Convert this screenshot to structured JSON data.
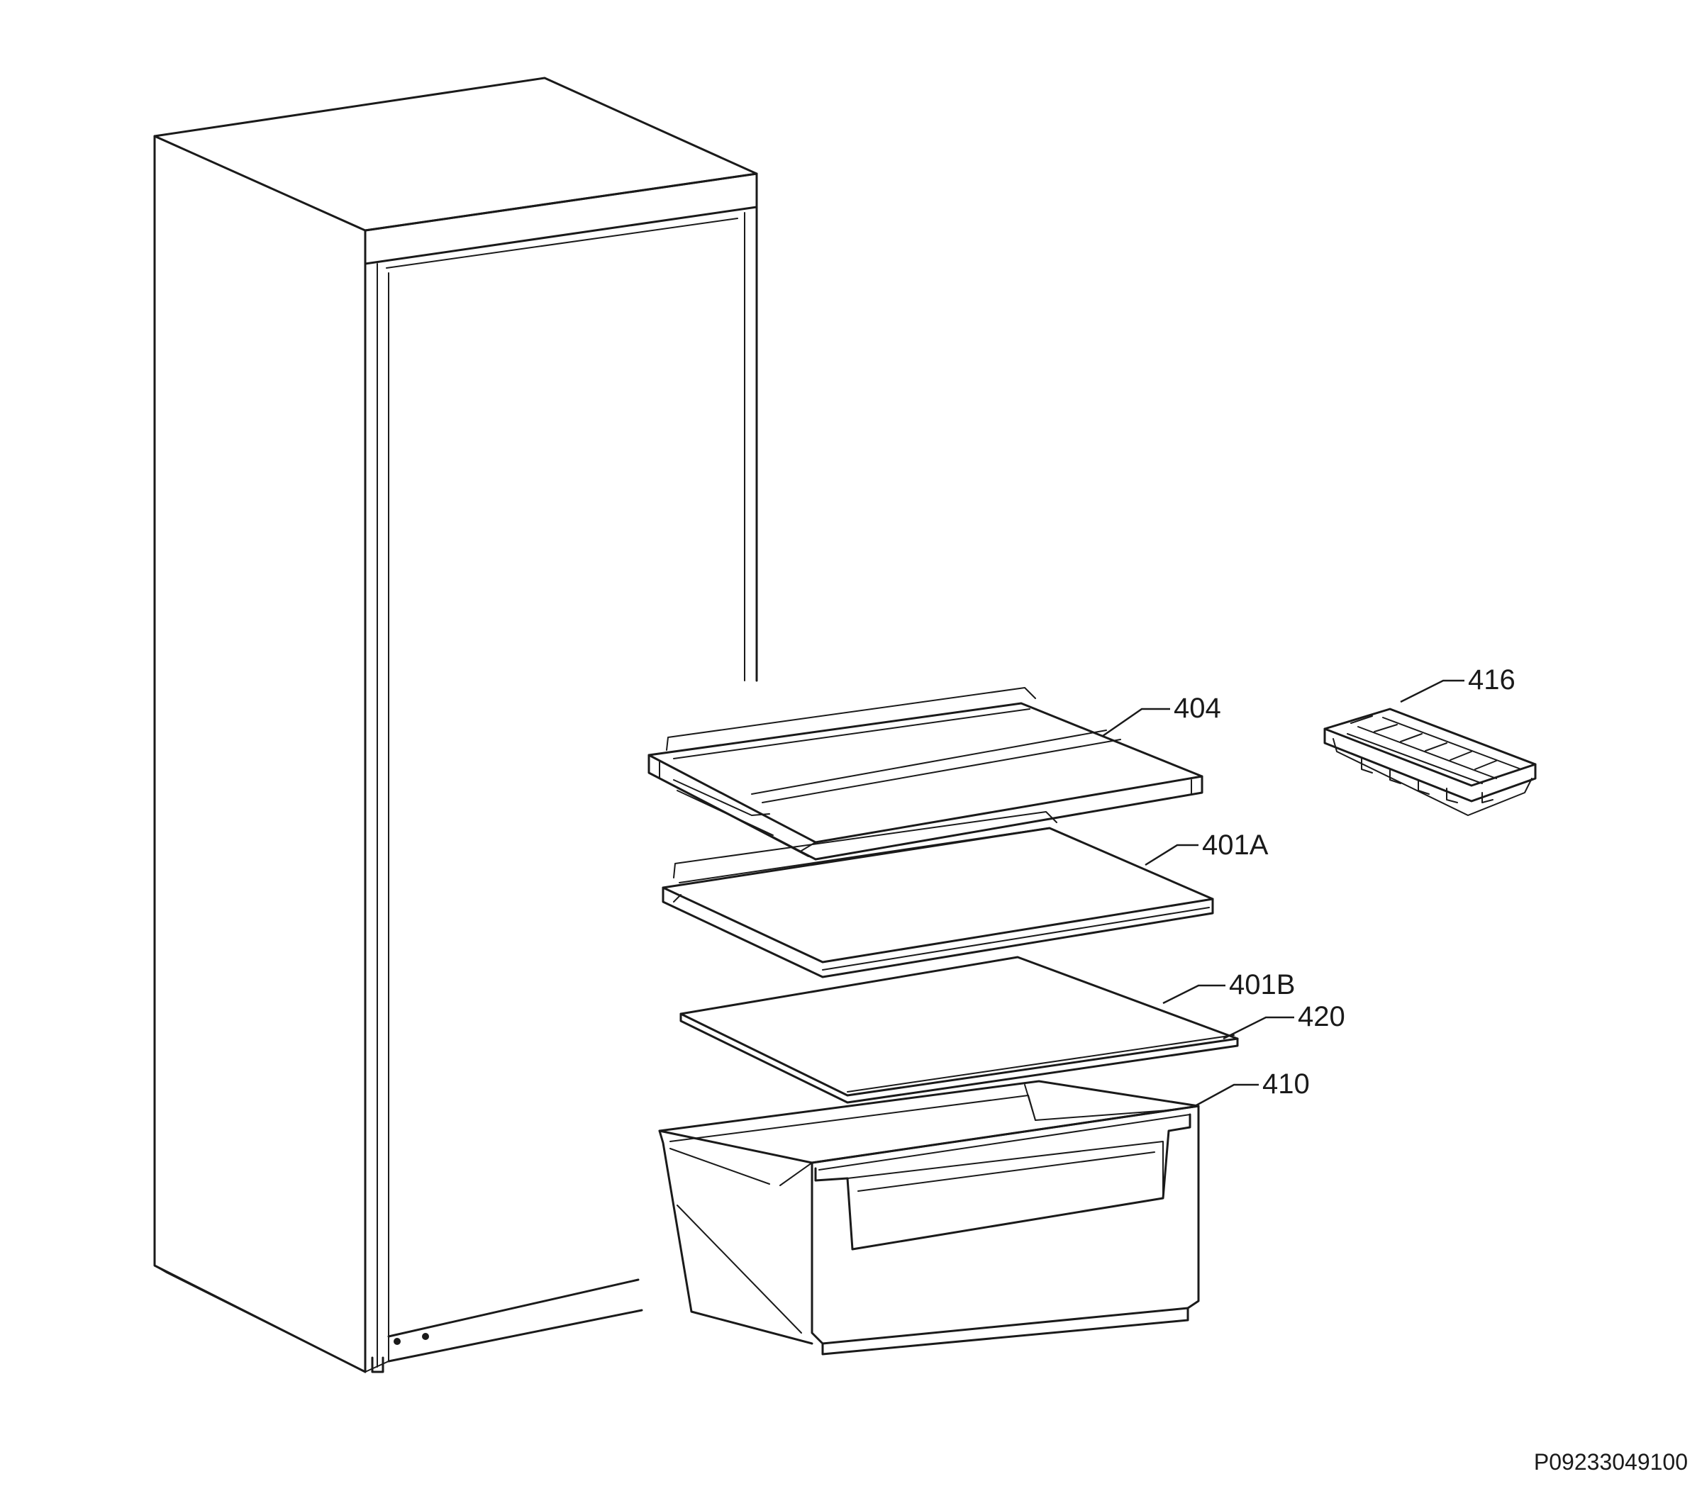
{
  "parts": [
    {
      "id": "404"
    },
    {
      "id": "416"
    },
    {
      "id": "401A"
    },
    {
      "id": "401B"
    },
    {
      "id": "420"
    },
    {
      "id": "410"
    }
  ],
  "reference_code": "P09233049100"
}
